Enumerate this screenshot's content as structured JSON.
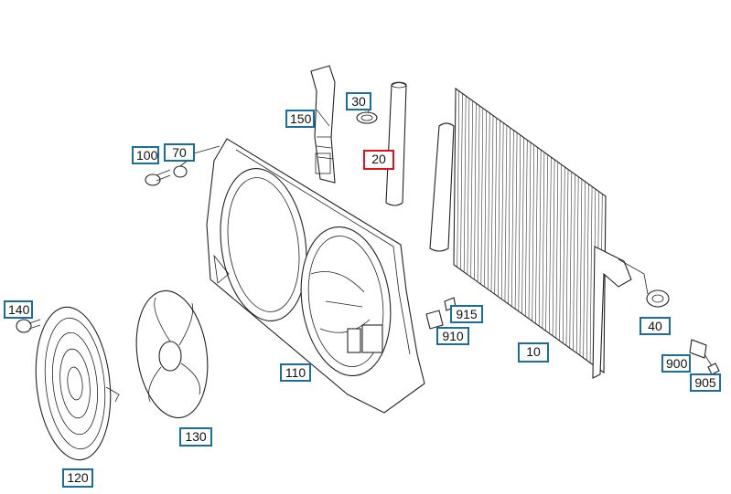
{
  "diagram": {
    "callouts": [
      {
        "id": "10",
        "label": "10",
        "highlighted": false
      },
      {
        "id": "20",
        "label": "20",
        "highlighted": true
      },
      {
        "id": "30",
        "label": "30",
        "highlighted": false
      },
      {
        "id": "40",
        "label": "40",
        "highlighted": false
      },
      {
        "id": "70",
        "label": "70",
        "highlighted": false
      },
      {
        "id": "100",
        "label": "100",
        "highlighted": false
      },
      {
        "id": "110",
        "label": "110",
        "highlighted": false
      },
      {
        "id": "120",
        "label": "120",
        "highlighted": false
      },
      {
        "id": "130",
        "label": "130",
        "highlighted": false
      },
      {
        "id": "140",
        "label": "140",
        "highlighted": false
      },
      {
        "id": "150",
        "label": "150",
        "highlighted": false
      },
      {
        "id": "900",
        "label": "900",
        "highlighted": false
      },
      {
        "id": "905",
        "label": "905",
        "highlighted": false
      },
      {
        "id": "910",
        "label": "910",
        "highlighted": false
      },
      {
        "id": "915",
        "label": "915",
        "highlighted": false
      }
    ],
    "colors": {
      "callout_border": "#1a6e9e",
      "highlight_border": "#e0121c",
      "line": "#222222"
    }
  }
}
